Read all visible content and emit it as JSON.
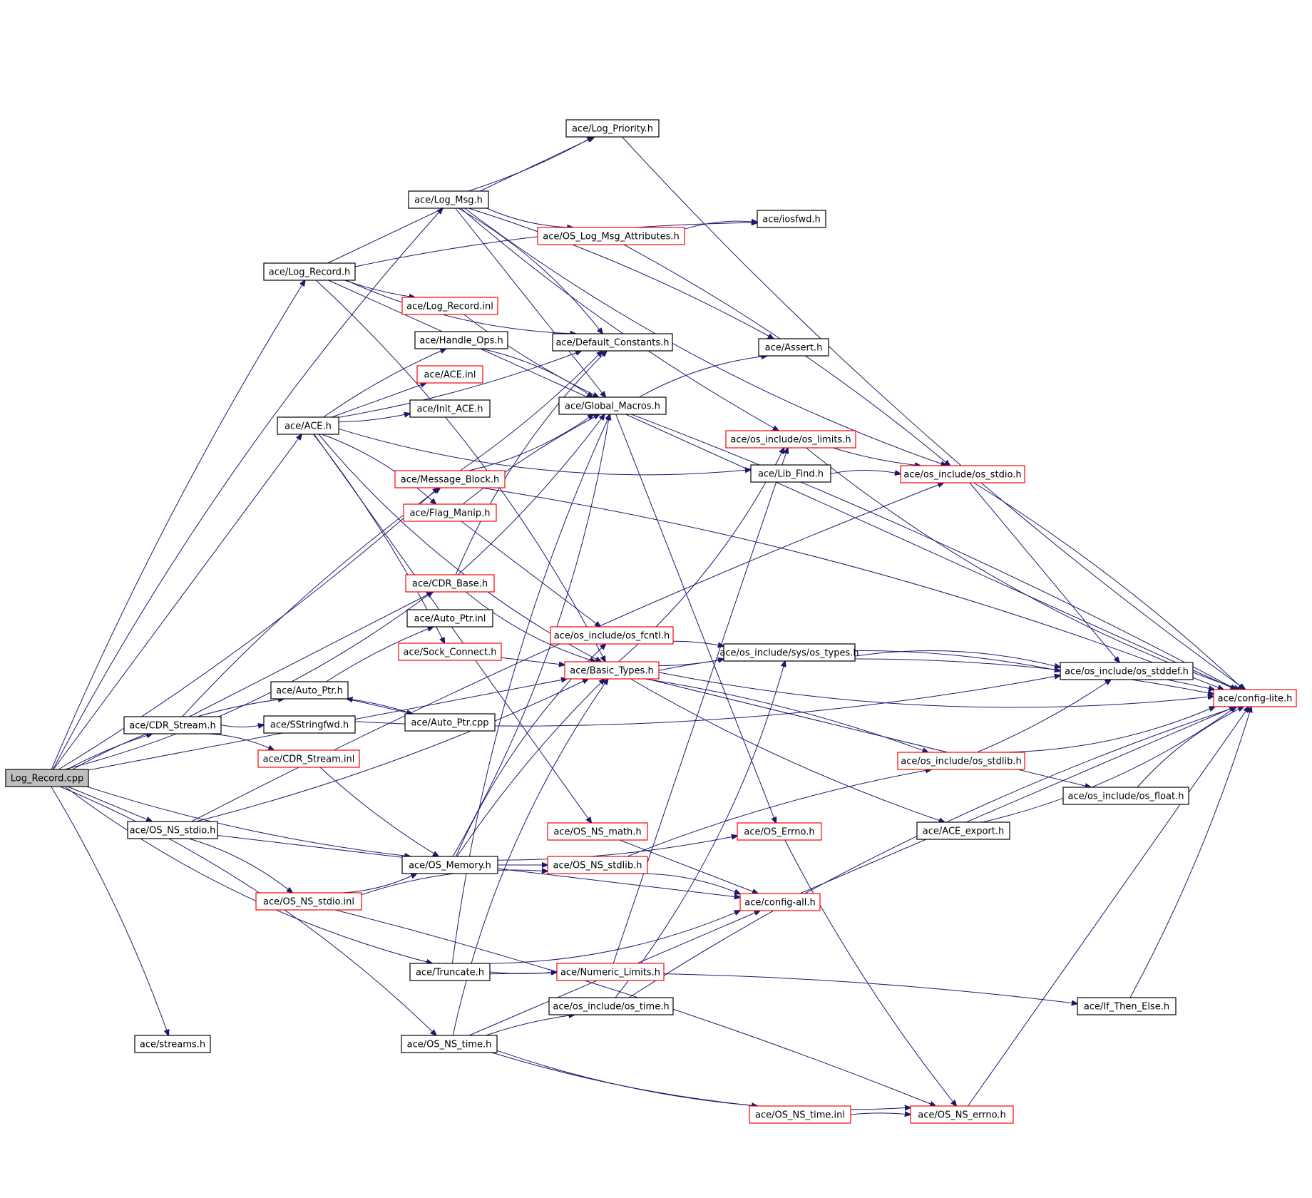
{
  "nodes": [
    {
      "id": "root",
      "label": "Log_Record.cpp",
      "style": "root"
    },
    {
      "id": "log_priority",
      "label": "ace/Log_Priority.h",
      "style": "black"
    },
    {
      "id": "log_msg",
      "label": "ace/Log_Msg.h",
      "style": "black"
    },
    {
      "id": "iosfwd",
      "label": "ace/iosfwd.h",
      "style": "black"
    },
    {
      "id": "os_log_msg_attr",
      "label": "ace/OS_Log_Msg_Attributes.h",
      "style": "red"
    },
    {
      "id": "log_record_h",
      "label": "ace/Log_Record.h",
      "style": "black"
    },
    {
      "id": "log_record_inl",
      "label": "ace/Log_Record.inl",
      "style": "red"
    },
    {
      "id": "handle_ops",
      "label": "ace/Handle_Ops.h",
      "style": "black"
    },
    {
      "id": "default_constants",
      "label": "ace/Default_Constants.h",
      "style": "black"
    },
    {
      "id": "assert",
      "label": "ace/Assert.h",
      "style": "black"
    },
    {
      "id": "ace_inl",
      "label": "ace/ACE.inl",
      "style": "red"
    },
    {
      "id": "global_macros",
      "label": "ace/Global_Macros.h",
      "style": "black"
    },
    {
      "id": "init_ace",
      "label": "ace/Init_ACE.h",
      "style": "black"
    },
    {
      "id": "ace_h",
      "label": "ace/ACE.h",
      "style": "black"
    },
    {
      "id": "os_limits",
      "label": "ace/os_include/os_limits.h",
      "style": "red"
    },
    {
      "id": "message_block",
      "label": "ace/Message_Block.h",
      "style": "red"
    },
    {
      "id": "lib_find",
      "label": "ace/Lib_Find.h",
      "style": "black"
    },
    {
      "id": "os_stdio",
      "label": "ace/os_include/os_stdio.h",
      "style": "red"
    },
    {
      "id": "flag_manip",
      "label": "ace/Flag_Manip.h",
      "style": "red"
    },
    {
      "id": "cdr_base",
      "label": "ace/CDR_Base.h",
      "style": "red"
    },
    {
      "id": "auto_ptr_inl",
      "label": "ace/Auto_Ptr.inl",
      "style": "black"
    },
    {
      "id": "os_fcntl",
      "label": "ace/os_include/os_fcntl.h",
      "style": "red"
    },
    {
      "id": "sock_connect",
      "label": "ace/Sock_Connect.h",
      "style": "red"
    },
    {
      "id": "os_types",
      "label": "ace/os_include/sys/os_types.h",
      "style": "black"
    },
    {
      "id": "basic_types",
      "label": "ace/Basic_Types.h",
      "style": "red"
    },
    {
      "id": "os_stddef",
      "label": "ace/os_include/os_stddef.h",
      "style": "black"
    },
    {
      "id": "auto_ptr_h",
      "label": "ace/Auto_Ptr.h",
      "style": "black"
    },
    {
      "id": "config_lite",
      "label": "ace/config-lite.h",
      "style": "red"
    },
    {
      "id": "cdr_stream_h",
      "label": "ace/CDR_Stream.h",
      "style": "black"
    },
    {
      "id": "sstringfwd",
      "label": "ace/SStringfwd.h",
      "style": "black"
    },
    {
      "id": "auto_ptr_cpp",
      "label": "ace/Auto_Ptr.cpp",
      "style": "black"
    },
    {
      "id": "cdr_stream_inl",
      "label": "ace/CDR_Stream.inl",
      "style": "red"
    },
    {
      "id": "os_stdlib",
      "label": "ace/os_include/os_stdlib.h",
      "style": "red"
    },
    {
      "id": "os_float",
      "label": "ace/os_include/os_float.h",
      "style": "black"
    },
    {
      "id": "os_ns_stdio_h",
      "label": "ace/OS_NS_stdio.h",
      "style": "black"
    },
    {
      "id": "os_ns_math",
      "label": "ace/OS_NS_math.h",
      "style": "red"
    },
    {
      "id": "os_errno",
      "label": "ace/OS_Errno.h",
      "style": "red"
    },
    {
      "id": "ace_export",
      "label": "ace/ACE_export.h",
      "style": "black"
    },
    {
      "id": "os_memory",
      "label": "ace/OS_Memory.h",
      "style": "black"
    },
    {
      "id": "os_ns_stdlib",
      "label": "ace/OS_NS_stdlib.h",
      "style": "red"
    },
    {
      "id": "os_ns_stdio_inl",
      "label": "ace/OS_NS_stdio.inl",
      "style": "red"
    },
    {
      "id": "config_all",
      "label": "ace/config-all.h",
      "style": "red"
    },
    {
      "id": "truncate",
      "label": "ace/Truncate.h",
      "style": "black"
    },
    {
      "id": "numeric_limits",
      "label": "ace/Numeric_Limits.h",
      "style": "red"
    },
    {
      "id": "os_time",
      "label": "ace/os_include/os_time.h",
      "style": "black"
    },
    {
      "id": "if_then_else",
      "label": "ace/If_Then_Else.h",
      "style": "black"
    },
    {
      "id": "streams",
      "label": "ace/streams.h",
      "style": "black"
    },
    {
      "id": "os_ns_time_h",
      "label": "ace/OS_NS_time.h",
      "style": "black"
    },
    {
      "id": "os_ns_time_inl",
      "label": "ace/OS_NS_time.inl",
      "style": "red"
    },
    {
      "id": "os_ns_errno",
      "label": "ace/OS_NS_errno.h",
      "style": "red"
    }
  ],
  "edges": [
    [
      "root",
      "log_msg"
    ],
    [
      "root",
      "log_record_h"
    ],
    [
      "root",
      "ace_h"
    ],
    [
      "root",
      "message_block"
    ],
    [
      "root",
      "cdr_base"
    ],
    [
      "root",
      "auto_ptr_h"
    ],
    [
      "root",
      "cdr_stream_h"
    ],
    [
      "root",
      "os_ns_stdio_h"
    ],
    [
      "root",
      "os_memory"
    ],
    [
      "root",
      "truncate"
    ],
    [
      "root",
      "os_ns_time_h"
    ],
    [
      "root",
      "streams"
    ],
    [
      "root",
      "basic_types"
    ],
    [
      "log_msg",
      "log_priority"
    ],
    [
      "log_msg",
      "os_log_msg_attr"
    ],
    [
      "log_msg",
      "default_constants"
    ],
    [
      "log_msg",
      "assert"
    ],
    [
      "log_msg",
      "global_macros"
    ],
    [
      "log_msg",
      "os_limits"
    ],
    [
      "log_msg",
      "os_stdio"
    ],
    [
      "os_log_msg_attr",
      "iosfwd"
    ],
    [
      "os_log_msg_attr",
      "os_stdio"
    ],
    [
      "log_record_h",
      "log_priority"
    ],
    [
      "log_record_h",
      "log_record_inl"
    ],
    [
      "log_record_h",
      "default_constants"
    ],
    [
      "log_record_h",
      "basic_types"
    ],
    [
      "log_record_h",
      "iosfwd"
    ],
    [
      "log_record_h",
      "config_lite"
    ],
    [
      "log_record_inl",
      "global_macros"
    ],
    [
      "log_priority",
      "config_lite"
    ],
    [
      "handle_ops",
      "global_macros"
    ],
    [
      "ace_h",
      "handle_ops"
    ],
    [
      "ace_h",
      "ace_inl"
    ],
    [
      "ace_h",
      "init_ace"
    ],
    [
      "ace_h",
      "lib_find"
    ],
    [
      "ace_h",
      "flag_manip"
    ],
    [
      "ace_h",
      "sock_connect"
    ],
    [
      "ace_h",
      "os_ns_math"
    ],
    [
      "ace_h",
      "default_constants"
    ],
    [
      "ace_h",
      "basic_types"
    ],
    [
      "global_macros",
      "assert"
    ],
    [
      "global_macros",
      "config_lite"
    ],
    [
      "global_macros",
      "os_errno"
    ],
    [
      "os_limits",
      "os_stdio"
    ],
    [
      "os_limits",
      "config_lite"
    ],
    [
      "lib_find",
      "os_stdio"
    ],
    [
      "os_stdio",
      "config_lite"
    ],
    [
      "os_stdio",
      "os_stddef"
    ],
    [
      "message_block",
      "default_constants"
    ],
    [
      "message_block",
      "global_macros"
    ],
    [
      "message_block",
      "config_lite"
    ],
    [
      "flag_manip",
      "global_macros"
    ],
    [
      "flag_manip",
      "os_fcntl"
    ],
    [
      "cdr_base",
      "global_macros"
    ],
    [
      "cdr_base",
      "basic_types"
    ],
    [
      "cdr_base",
      "default_constants"
    ],
    [
      "os_fcntl",
      "os_types"
    ],
    [
      "sock_connect",
      "basic_types"
    ],
    [
      "basic_types",
      "os_types"
    ],
    [
      "basic_types",
      "os_limits"
    ],
    [
      "basic_types",
      "os_stddef"
    ],
    [
      "basic_types",
      "os_stdlib"
    ],
    [
      "basic_types",
      "os_float"
    ],
    [
      "basic_types",
      "ace_export"
    ],
    [
      "basic_types",
      "config_lite"
    ],
    [
      "os_types",
      "os_stddef"
    ],
    [
      "os_types",
      "config_lite"
    ],
    [
      "os_stddef",
      "config_lite"
    ],
    [
      "os_stdlib",
      "os_stddef"
    ],
    [
      "os_stdlib",
      "config_lite"
    ],
    [
      "os_float",
      "config_lite"
    ],
    [
      "auto_ptr_h",
      "auto_ptr_inl"
    ],
    [
      "auto_ptr_h",
      "auto_ptr_cpp"
    ],
    [
      "auto_ptr_cpp",
      "auto_ptr_h"
    ],
    [
      "cdr_stream_h",
      "sstringfwd"
    ],
    [
      "cdr_stream_h",
      "cdr_stream_inl"
    ],
    [
      "cdr_stream_h",
      "message_block"
    ],
    [
      "cdr_stream_h",
      "cdr_base"
    ],
    [
      "cdr_stream_inl",
      "os_memory"
    ],
    [
      "sstringfwd",
      "os_stddef"
    ],
    [
      "os_ns_stdio_h",
      "os_ns_stdio_inl"
    ],
    [
      "os_ns_stdio_h",
      "os_stdio"
    ],
    [
      "os_ns_stdio_h",
      "config_all"
    ],
    [
      "os_ns_stdio_h",
      "basic_types"
    ],
    [
      "os_ns_stdio_inl",
      "os_memory"
    ],
    [
      "os_ns_stdio_inl",
      "os_ns_stdlib"
    ],
    [
      "os_ns_stdio_inl",
      "os_ns_errno"
    ],
    [
      "os_memory",
      "os_ns_stdlib"
    ],
    [
      "os_memory",
      "os_errno"
    ],
    [
      "os_memory",
      "global_macros"
    ],
    [
      "os_memory",
      "os_fcntl"
    ],
    [
      "os_memory",
      "basic_types"
    ],
    [
      "os_ns_math",
      "config_all"
    ],
    [
      "os_errno",
      "os_ns_errno"
    ],
    [
      "ace_export",
      "config_lite"
    ],
    [
      "os_ns_stdlib",
      "config_all"
    ],
    [
      "os_ns_stdlib",
      "os_stdlib"
    ],
    [
      "config_all",
      "config_lite"
    ],
    [
      "truncate",
      "numeric_limits"
    ],
    [
      "truncate",
      "config_all"
    ],
    [
      "truncate",
      "global_macros"
    ],
    [
      "truncate",
      "if_then_else"
    ],
    [
      "numeric_limits",
      "os_limits"
    ],
    [
      "if_then_else",
      "config_lite"
    ],
    [
      "os_time",
      "os_types"
    ],
    [
      "os_time",
      "config_lite"
    ],
    [
      "os_ns_time_h",
      "os_time"
    ],
    [
      "os_ns_time_h",
      "config_all"
    ],
    [
      "os_ns_time_h",
      "os_ns_time_inl"
    ],
    [
      "os_ns_time_h",
      "os_ns_errno"
    ],
    [
      "os_ns_time_h",
      "basic_types"
    ],
    [
      "os_ns_time_inl",
      "os_ns_errno"
    ],
    [
      "os_ns_errno",
      "config_lite"
    ]
  ]
}
